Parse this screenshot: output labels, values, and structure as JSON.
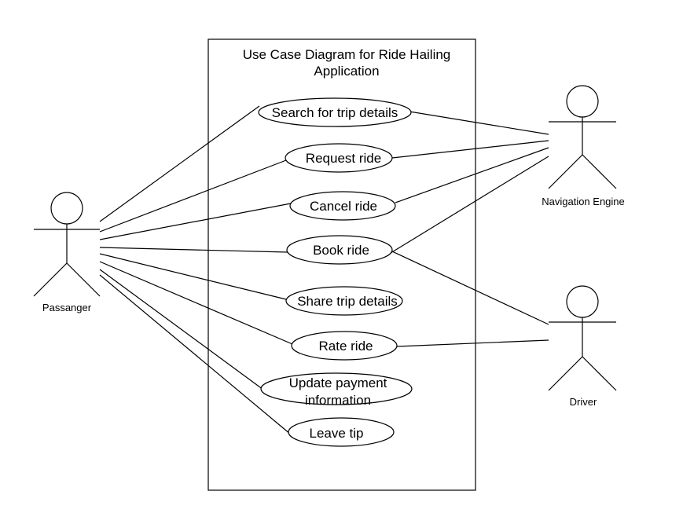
{
  "system": {
    "title_line1": "Use Case Diagram for Ride Hailing",
    "title_line2": "Application"
  },
  "actors": {
    "passenger": "Passanger",
    "navigation_engine": "Navigation Engine",
    "driver": "Driver"
  },
  "use_cases": {
    "search": "Search for trip details",
    "request": "Request ride",
    "cancel": "Cancel ride",
    "book": "Book ride",
    "share": "Share trip details",
    "rate": "Rate ride",
    "update_line1": "Update payment",
    "update_line2": "information",
    "tip": "Leave tip"
  },
  "associations": [
    [
      "passenger",
      "search"
    ],
    [
      "passenger",
      "request"
    ],
    [
      "passenger",
      "cancel"
    ],
    [
      "passenger",
      "book"
    ],
    [
      "passenger",
      "share"
    ],
    [
      "passenger",
      "rate"
    ],
    [
      "passenger",
      "update"
    ],
    [
      "passenger",
      "tip"
    ],
    [
      "navigation_engine",
      "search"
    ],
    [
      "navigation_engine",
      "request"
    ],
    [
      "navigation_engine",
      "cancel"
    ],
    [
      "navigation_engine",
      "book"
    ],
    [
      "driver",
      "book"
    ],
    [
      "driver",
      "rate"
    ]
  ]
}
